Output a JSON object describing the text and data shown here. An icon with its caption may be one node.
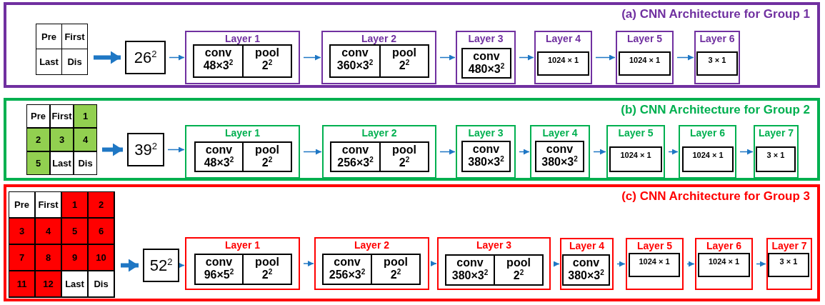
{
  "diagram": {
    "nodes": [
      {
        "text": [
          "(a) CNN Architecture for Group 1"
        ]
      },
      {
        "text": [],
        "shape": "box",
        "in": 0
      },
      {
        "text": [
          "Pre"
        ],
        "in": 1
      },
      {
        "text": [
          "First"
        ],
        "in": 1
      },
      {
        "text": [
          "Last"
        ],
        "in": 1
      },
      {
        "text": [
          "Dis"
        ],
        "in": 1
      },
      {
        "text": [
          "26$^{2}$"
        ],
        "in": 0
      },
      {
        "text": [
          "Layer 1"
        ],
        "in": 0
      },
      {
        "text": [
          "conv",
          "48×3$^{2}$"
        ],
        "in": 7
      },
      {
        "text": [
          "pool",
          "2$^{2}$"
        ],
        "in": 7
      },
      {
        "text": [
          "Layer 2"
        ],
        "in": 0
      },
      {
        "text": [
          "conv",
          "360×3$^{2}$"
        ],
        "in": 10
      },
      {
        "text": [
          "pool",
          "2$^{2}$"
        ],
        "in": 10
      },
      {
        "text": [
          "Layer 3"
        ],
        "in": 0
      },
      {
        "text": [
          "conv",
          "480×3$^{2}$"
        ],
        "in": 13
      },
      {
        "text": [
          "Layer 4"
        ],
        "in": 0
      },
      {
        "text": [
          "1024 × 1"
        ],
        "in": 15
      },
      {
        "text": [
          "Layer 5"
        ],
        "in": 0
      },
      {
        "text": [
          "1024 × 1"
        ],
        "in": 17
      },
      {
        "text": [
          "Layer 6"
        ],
        "in": 0
      },
      {
        "text": [
          "3 × 1"
        ],
        "in": 19
      },
      {
        "text": [
          "(b) CNN Architecture for Group 2"
        ]
      },
      {
        "text": [],
        "shape": "box",
        "in": 21
      },
      {
        "text": [
          "Pre"
        ],
        "in": 22
      },
      {
        "text": [
          "First"
        ],
        "in": 22
      },
      {
        "text": [
          "1"
        ],
        "in": 22
      },
      {
        "text": [
          "2"
        ],
        "in": 22
      },
      {
        "text": [
          "3"
        ],
        "in": 22
      },
      {
        "text": [
          "4"
        ],
        "in": 22
      },
      {
        "text": [
          "5"
        ],
        "in": 22
      },
      {
        "text": [
          "Last"
        ],
        "in": 22
      },
      {
        "text": [
          "Dis"
        ],
        "in": 22
      },
      {
        "text": [
          "39$^{2}$"
        ],
        "in": 21
      },
      {
        "text": [
          "Layer 1"
        ],
        "in": 21
      },
      {
        "text": [
          "conv",
          "48×3$^{2}$"
        ],
        "in": 33
      },
      {
        "text": [
          "pool",
          "2$^{2}$"
        ],
        "in": 33
      },
      {
        "text": [
          "Layer 2"
        ],
        "in": 21
      },
      {
        "text": [
          "conv",
          "256×3$^{2}$"
        ],
        "in": 36
      },
      {
        "text": [
          "pool",
          "2$^{2}$"
        ],
        "in": 36
      },
      {
        "text": [
          "Layer 3"
        ],
        "in": 21
      },
      {
        "text": [
          "conv",
          "380×3$^{2}$"
        ],
        "in": 39
      },
      {
        "text": [
          "Layer 4"
        ],
        "in": 21
      },
      {
        "text": [
          "conv",
          "380×3$^{2}$"
        ],
        "in": 41
      },
      {
        "text": [
          "Layer 5"
        ],
        "in": 21
      },
      {
        "text": [
          "1024 × 1"
        ],
        "in": 43
      },
      {
        "text": [
          "Layer 6"
        ],
        "in": 21
      },
      {
        "text": [
          "1024 × 1"
        ],
        "in": 45
      },
      {
        "text": [
          "Layer 7"
        ],
        "in": 21
      },
      {
        "text": [
          "3 × 1"
        ],
        "in": 47
      },
      {
        "text": [
          "(c) CNN Architecture for Group 3"
        ]
      },
      {
        "text": [],
        "shape": "box",
        "in": 49
      },
      {
        "text": [
          "Pre"
        ],
        "in": 50
      },
      {
        "text": [
          "First"
        ],
        "in": 50
      },
      {
        "text": [
          "1"
        ],
        "in": 50
      },
      {
        "text": [
          "2"
        ],
        "in": 50
      },
      {
        "text": [
          "3"
        ],
        "in": 50
      },
      {
        "text": [
          "4"
        ],
        "in": 50
      },
      {
        "text": [
          "5"
        ],
        "in": 50
      },
      {
        "text": [
          "6"
        ],
        "in": 50
      },
      {
        "text": [
          "7"
        ],
        "in": 50
      },
      {
        "text": [
          "8"
        ],
        "in": 50
      },
      {
        "text": [
          "9"
        ],
        "in": 50
      },
      {
        "text": [
          "10"
        ],
        "in": 50
      },
      {
        "text": [
          "11"
        ],
        "in": 50
      },
      {
        "text": [
          "12"
        ],
        "in": 50
      },
      {
        "text": [
          "Last"
        ],
        "in": 50
      },
      {
        "text": [
          "Dis"
        ],
        "in": 50
      },
      {
        "text": [
          "52$^{2}$"
        ],
        "in": 49
      },
      {
        "text": [
          "Layer 1"
        ],
        "in": 49
      },
      {
        "text": [
          "conv",
          "96×5$^{2}$"
        ],
        "in": 68
      },
      {
        "text": [
          "pool",
          "2$^{2}$"
        ],
        "in": 68
      },
      {
        "text": [
          "Layer 2"
        ],
        "in": 49
      },
      {
        "text": [
          "conv",
          "256×3$^{2}$"
        ],
        "in": 71
      },
      {
        "text": [
          "pool",
          "2$^{2}$"
        ],
        "in": 71
      },
      {
        "text": [
          "Layer 3"
        ],
        "in": 49
      },
      {
        "text": [
          "conv",
          "380×3$^{2}$"
        ],
        "in": 74
      },
      {
        "text": [
          "pool",
          "2$^{2}$"
        ],
        "in": 74
      },
      {
        "text": [
          "Layer 4"
        ],
        "in": 49
      },
      {
        "text": [
          "conv",
          "380×3$^{2}$"
        ],
        "in": 77
      },
      {
        "text": [
          "Layer 5"
        ],
        "in": 49
      },
      {
        "text": [
          "1024 × 1"
        ],
        "in": 79
      },
      {
        "text": [
          "Layer 6"
        ],
        "in": 49
      },
      {
        "text": [
          "1024 × 1"
        ],
        "in": 81
      },
      {
        "text": [
          "Layer 7"
        ],
        "in": 49
      },
      {
        "text": [
          "3 × 1"
        ],
        "in": 83
      }
    ],
    "edges": [
      {
        "from": 1,
        "to": 6,
        "arrow": "to",
        "style": "thick"
      },
      {
        "from": 6,
        "to": 7,
        "arrow": "to"
      },
      {
        "from": 7,
        "to": 10,
        "arrow": "to"
      },
      {
        "from": 10,
        "to": 13,
        "arrow": "to"
      },
      {
        "from": 13,
        "to": 15,
        "arrow": "to"
      },
      {
        "from": 15,
        "to": 17,
        "arrow": "to"
      },
      {
        "from": 17,
        "to": 19,
        "arrow": "to"
      },
      {
        "from": 22,
        "to": 32,
        "arrow": "to",
        "style": "thick"
      },
      {
        "from": 32,
        "to": 33,
        "arrow": "to"
      },
      {
        "from": 33,
        "to": 36,
        "arrow": "to"
      },
      {
        "from": 36,
        "to": 39,
        "arrow": "to"
      },
      {
        "from": 39,
        "to": 41,
        "arrow": "to"
      },
      {
        "from": 41,
        "to": 43,
        "arrow": "to"
      },
      {
        "from": 43,
        "to": 45,
        "arrow": "to"
      },
      {
        "from": 45,
        "to": 47,
        "arrow": "to"
      },
      {
        "from": 50,
        "to": 67,
        "arrow": "to",
        "style": "thick"
      },
      {
        "from": 67,
        "to": 68,
        "arrow": "to"
      },
      {
        "from": 68,
        "to": 71,
        "arrow": "to"
      },
      {
        "from": 71,
        "to": 74,
        "arrow": "to"
      },
      {
        "from": 74,
        "to": 77,
        "arrow": "to"
      },
      {
        "from": 77,
        "to": 79,
        "arrow": "to"
      },
      {
        "from": 79,
        "to": 81,
        "arrow": "to"
      },
      {
        "from": 81,
        "to": 83,
        "arrow": "to"
      }
    ]
  }
}
